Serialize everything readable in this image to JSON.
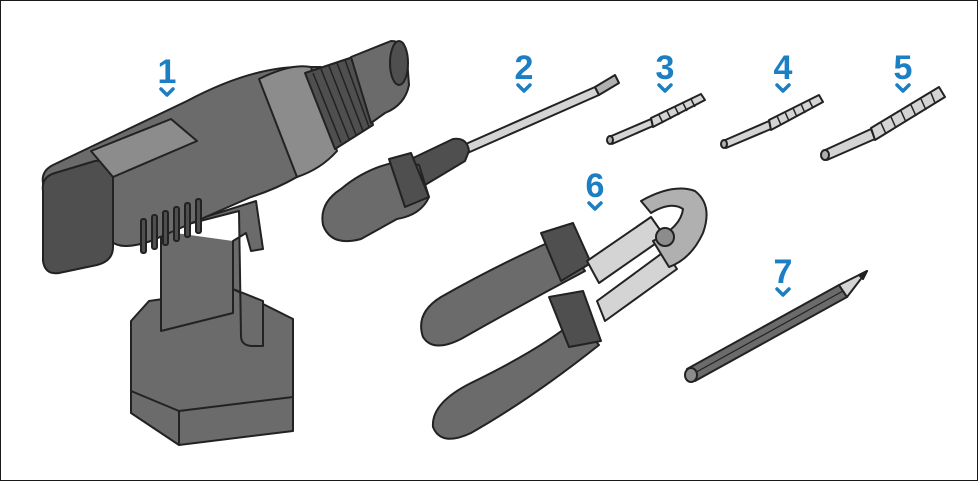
{
  "colors": {
    "accent": "#1c7fc4",
    "tool_body": "#6b6b6b",
    "tool_dark": "#4f4f4f",
    "tool_light": "#8c8c8c",
    "metal": "#d4d4d4",
    "outline": "#222222"
  },
  "callouts": [
    {
      "id": "drill",
      "number": "1"
    },
    {
      "id": "screwdriver",
      "number": "2"
    },
    {
      "id": "drill-bit-small",
      "number": "3"
    },
    {
      "id": "drill-bit-medium",
      "number": "4"
    },
    {
      "id": "drill-bit-large",
      "number": "5"
    },
    {
      "id": "side-cutters",
      "number": "6"
    },
    {
      "id": "pencil",
      "number": "7"
    }
  ],
  "icons": {
    "pointer": "chevron-down-icon"
  }
}
